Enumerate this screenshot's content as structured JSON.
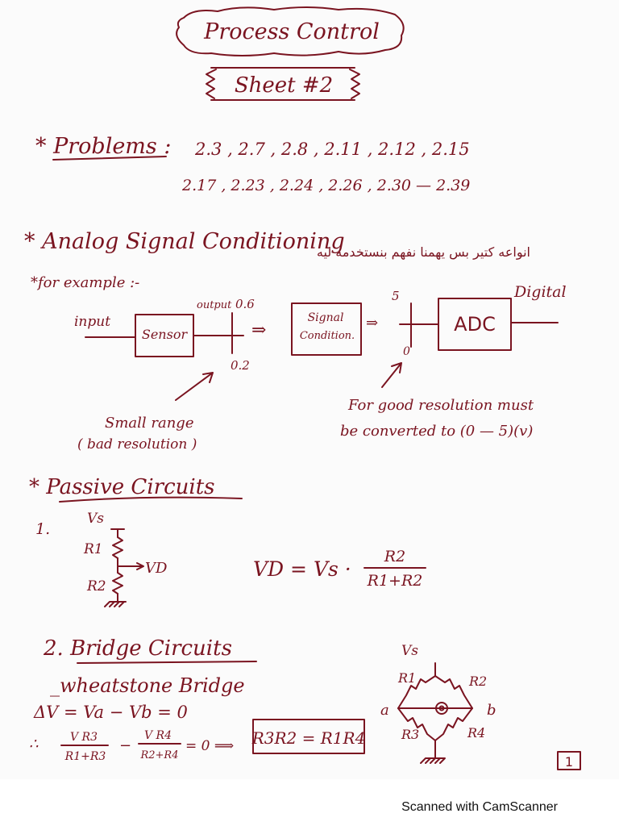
{
  "header": {
    "title": "Process Control",
    "sheet": "Sheet #2"
  },
  "problems": {
    "label": "* Problems :",
    "line1": "2.3 , 2.7 , 2.8 , 2.11 , 2.12 , 2.15",
    "line2": "2.17 , 2.23 , 2.24 , 2.26 , 2.30 — 2.39"
  },
  "analog": {
    "heading": "* Analog Signal Conditioning",
    "arabic_note": "انواعه كتير بس يهمنا نفهم بنستخدمه ليه",
    "example": "*for example :-",
    "input": "input",
    "sensor": "Sensor",
    "output": "output",
    "out_high": "0.6",
    "out_low": "0.2",
    "arrow": "⇒",
    "signal_cond_1": "Signal",
    "signal_cond_2": "Condition.",
    "adc_top": "5",
    "adc_bottom": "0",
    "adc": "ADC",
    "digital": "Digital",
    "small_range": "Small range",
    "bad_res": "( bad resolution )",
    "good_res_1": "For good resolution must",
    "good_res_2": "be converted to (0 — 5)(v)"
  },
  "passive": {
    "heading": "* Passive Circuits",
    "item1": "1.",
    "vs": "Vs",
    "r1": "R1",
    "r2": "R2",
    "vd": "VD",
    "formula_left": "VD = Vs ·",
    "formula_num": "R2",
    "formula_den": "R1+R2"
  },
  "bridge": {
    "heading": "2. Bridge Circuits",
    "sub": "_wheatstone Bridge",
    "delta": "ΔV = Va − Vb = 0",
    "therefore": "∴",
    "f1_num": "V R3",
    "f1_den": "R1+R3",
    "minus": "−",
    "f2_num": "V R4",
    "f2_den": "R2+R4",
    "eq0": "= 0  ⟹",
    "boxed": "R3R2 = R1R4",
    "vs": "Vs",
    "r1": "R1",
    "r2": "R2",
    "r3": "R3",
    "r4": "R4",
    "a": "a",
    "b": "b"
  },
  "page_number": "1",
  "footer": "Scanned with CamScanner"
}
